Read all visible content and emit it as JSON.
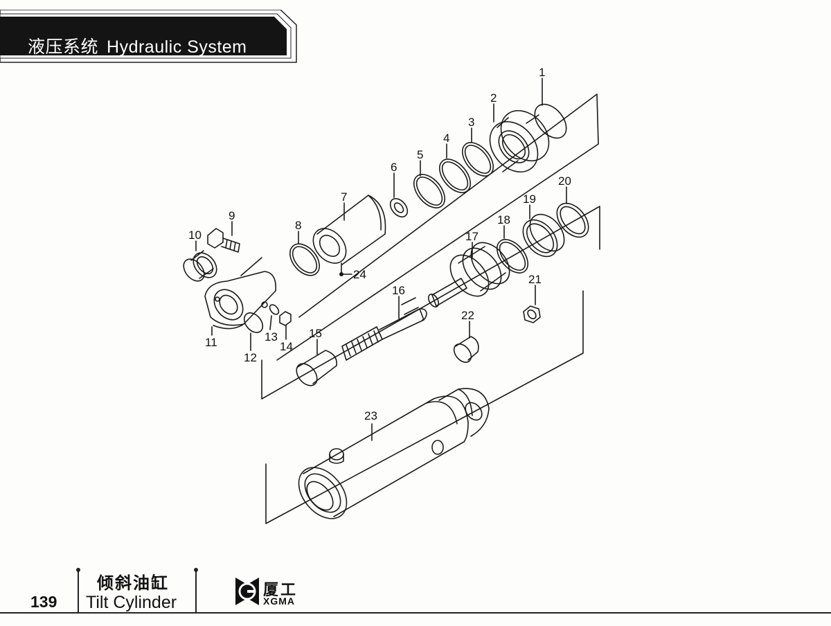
{
  "header": {
    "title_cn": "液压系统",
    "title_en": "Hydraulic System"
  },
  "diagram": {
    "callouts": [
      "1",
      "2",
      "3",
      "4",
      "5",
      "6",
      "7",
      "8",
      "9",
      "10",
      "11",
      "12",
      "13",
      "14",
      "15",
      "16",
      "17",
      "18",
      "19",
      "20",
      "21",
      "22",
      "23",
      "24"
    ]
  },
  "footer": {
    "page_number": "139",
    "section_cn": "倾斜油缸",
    "section_en": "Tilt Cylinder",
    "brand_cn": "厦工",
    "brand_en": "XGMA",
    "brand_logo_icon": "xgma-logo-icon"
  }
}
